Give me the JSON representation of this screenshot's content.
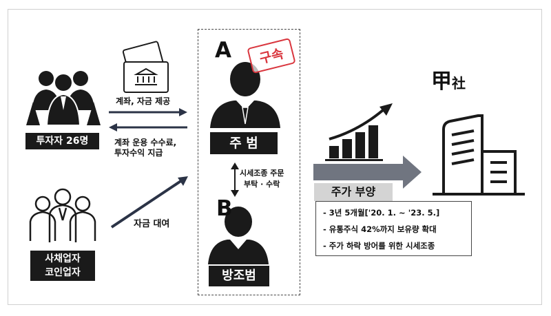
{
  "investors": {
    "label": "투자자 26명"
  },
  "lenders": {
    "label_line1": "사채업자",
    "label_line2": "코인업자"
  },
  "flows": {
    "account_funds": "계좌, 자금 제공",
    "fee_line1": "계좌 운용 수수료,",
    "fee_line2": "투자수익 지급",
    "loan": "자금 대여",
    "manipulation_line1": "시세조종 주문",
    "manipulation_line2": "부탁 · 수락"
  },
  "principal": {
    "letter": "A",
    "label": "주 범",
    "stamp": "구속"
  },
  "accomplice": {
    "letter": "B",
    "label": "방조범"
  },
  "result": {
    "label": "주가 부양",
    "items": [
      "- 3년 5개월['20. 1. ~ '23. 5.]",
      "- 유통주식 42%까지 보유량 확대",
      "- 주가 하락 방어를 위한 시세조종"
    ]
  },
  "company": {
    "title": "甲",
    "suffix": "社"
  },
  "colors": {
    "dark": "#1a1a1a",
    "arrow_navy": "#2b3346",
    "stamp_red": "#d9363e",
    "gray_arrow": "#707580"
  }
}
